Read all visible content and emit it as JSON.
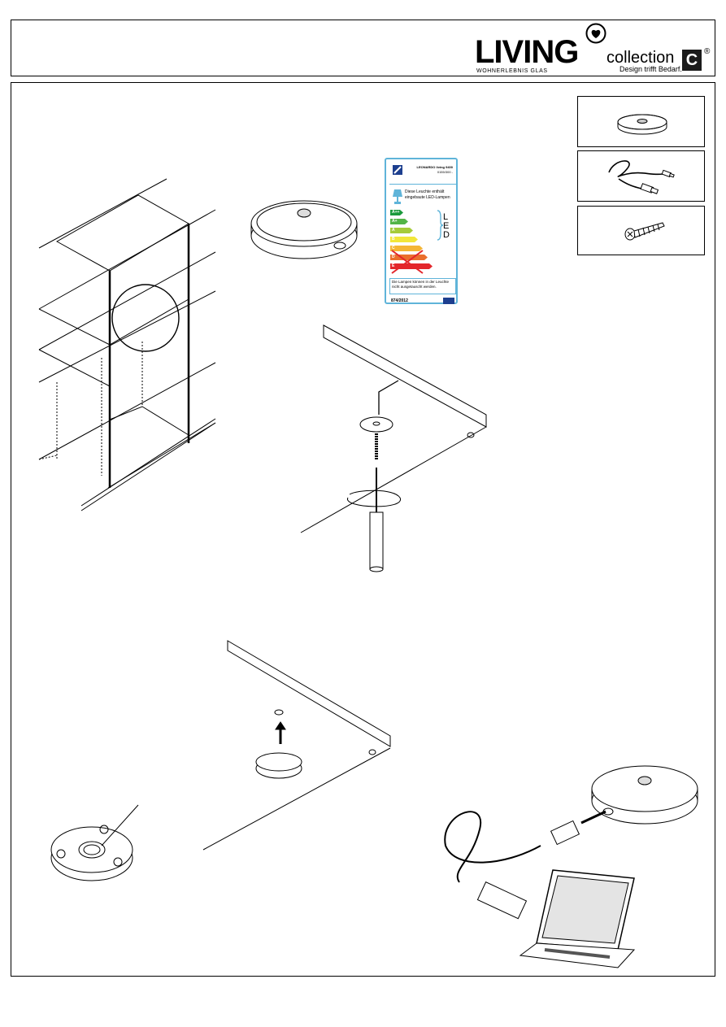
{
  "brand": {
    "wordmark": "LIVING",
    "tagline": "WOHNERLEBNIS GLAS",
    "collection_word": "collection",
    "collection_letter": "C",
    "collection_tagline": "Design trifft Bedarf.",
    "registered": "®"
  },
  "energy_label": {
    "product": "LEONARDO living 9400",
    "code": "0155/300 -",
    "notice": "Diese Leuchte enthält eingebaute LED-Lampen",
    "led_letters": [
      "L",
      "E",
      "D"
    ],
    "classes": [
      {
        "label": "A++",
        "color": "#1a9a3b"
      },
      {
        "label": "A+",
        "color": "#52b447"
      },
      {
        "label": "A",
        "color": "#a5cb3a"
      },
      {
        "label": "B",
        "color": "#f2e63a"
      },
      {
        "label": "C",
        "color": "#f4b635"
      },
      {
        "label": "D",
        "color": "#ea6f2d"
      },
      {
        "label": "E",
        "color": "#e3262b"
      }
    ],
    "footer_notice": "Die Lampen können in der Leuchte nicht ausgetauscht werden.",
    "regulation": "874/2012"
  },
  "parts": [
    {
      "name": "led-disc-light"
    },
    {
      "name": "usb-cable"
    },
    {
      "name": "screw"
    }
  ]
}
